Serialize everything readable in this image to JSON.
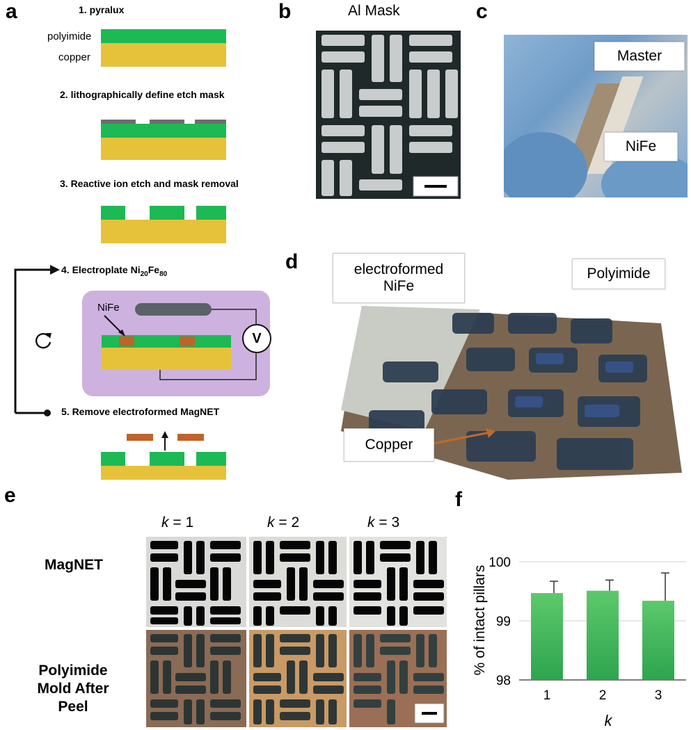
{
  "panels": {
    "a": "a",
    "b": "b",
    "c": "c",
    "d": "d",
    "e": "e",
    "f": "f"
  },
  "panel_a": {
    "step1": "1. pyralux",
    "layer_top": "polyimide",
    "layer_bottom": "copper",
    "step2": "2. lithographically define etch mask",
    "step3": "3. Reactive ion etch and mask removal",
    "step4_prefix": "4. Electroplate Ni",
    "step4_sub1": "20",
    "step4_mid": "Fe",
    "step4_sub2": "80",
    "nife_label": "NiFe",
    "voltmeter": "V",
    "cycle_icon": "refresh-icon",
    "step5": "5. Remove electroformed MagNET",
    "colors": {
      "polyimide": "#1db954",
      "copper": "#e6c23a",
      "mask": "#6b6f72",
      "nife": "#c0622a",
      "bath": "#cdb2df"
    }
  },
  "panel_b": {
    "title": "Al Mask"
  },
  "panel_c": {
    "label_master": "Master",
    "label_nife": "NiFe"
  },
  "panel_d": {
    "label_nife": "electroformed\nNiFe",
    "label_polyimide": "Polyimide",
    "label_copper": "Copper"
  },
  "panel_e": {
    "columns": [
      "k = 1",
      "k = 2",
      "k = 3"
    ],
    "col_k": "k",
    "col_vals": [
      "= 1",
      "= 2",
      "= 3"
    ],
    "row1": "MagNET",
    "row2_l1": "Polyimide",
    "row2_l2": "Mold After",
    "row2_l3": "Peel"
  },
  "chart_data": {
    "type": "bar",
    "categories": [
      "1",
      "2",
      "3"
    ],
    "values": [
      99.47,
      99.51,
      99.34
    ],
    "errors": [
      0.2,
      0.18,
      0.47
    ],
    "xlabel": "k",
    "ylabel": "% of intact pillars",
    "ylim": [
      98,
      100
    ],
    "yticks": [
      "98",
      "99",
      "100"
    ],
    "grid": true,
    "bar_color": "#2ea44f"
  }
}
